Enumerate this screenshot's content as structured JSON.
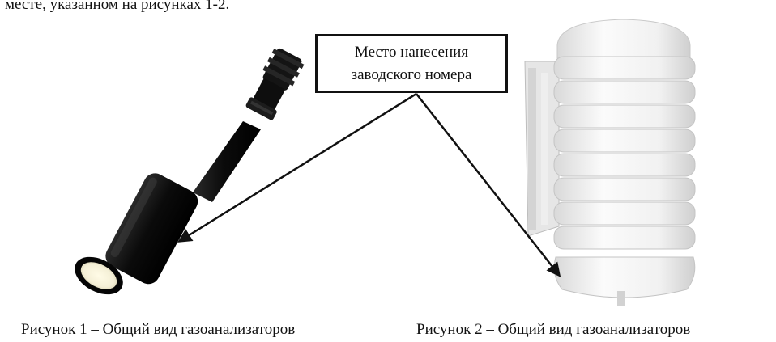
{
  "document": {
    "intro_text": "месте, указанном на рисунках 1-2."
  },
  "callout": {
    "line1": "Место нанесения",
    "line2": "заводского номера"
  },
  "figures": [
    {
      "caption": "Рисунок 1 – Общий вид газоанализаторов"
    },
    {
      "caption": "Рисунок 2 – Общий вид газоанализаторов"
    }
  ]
}
